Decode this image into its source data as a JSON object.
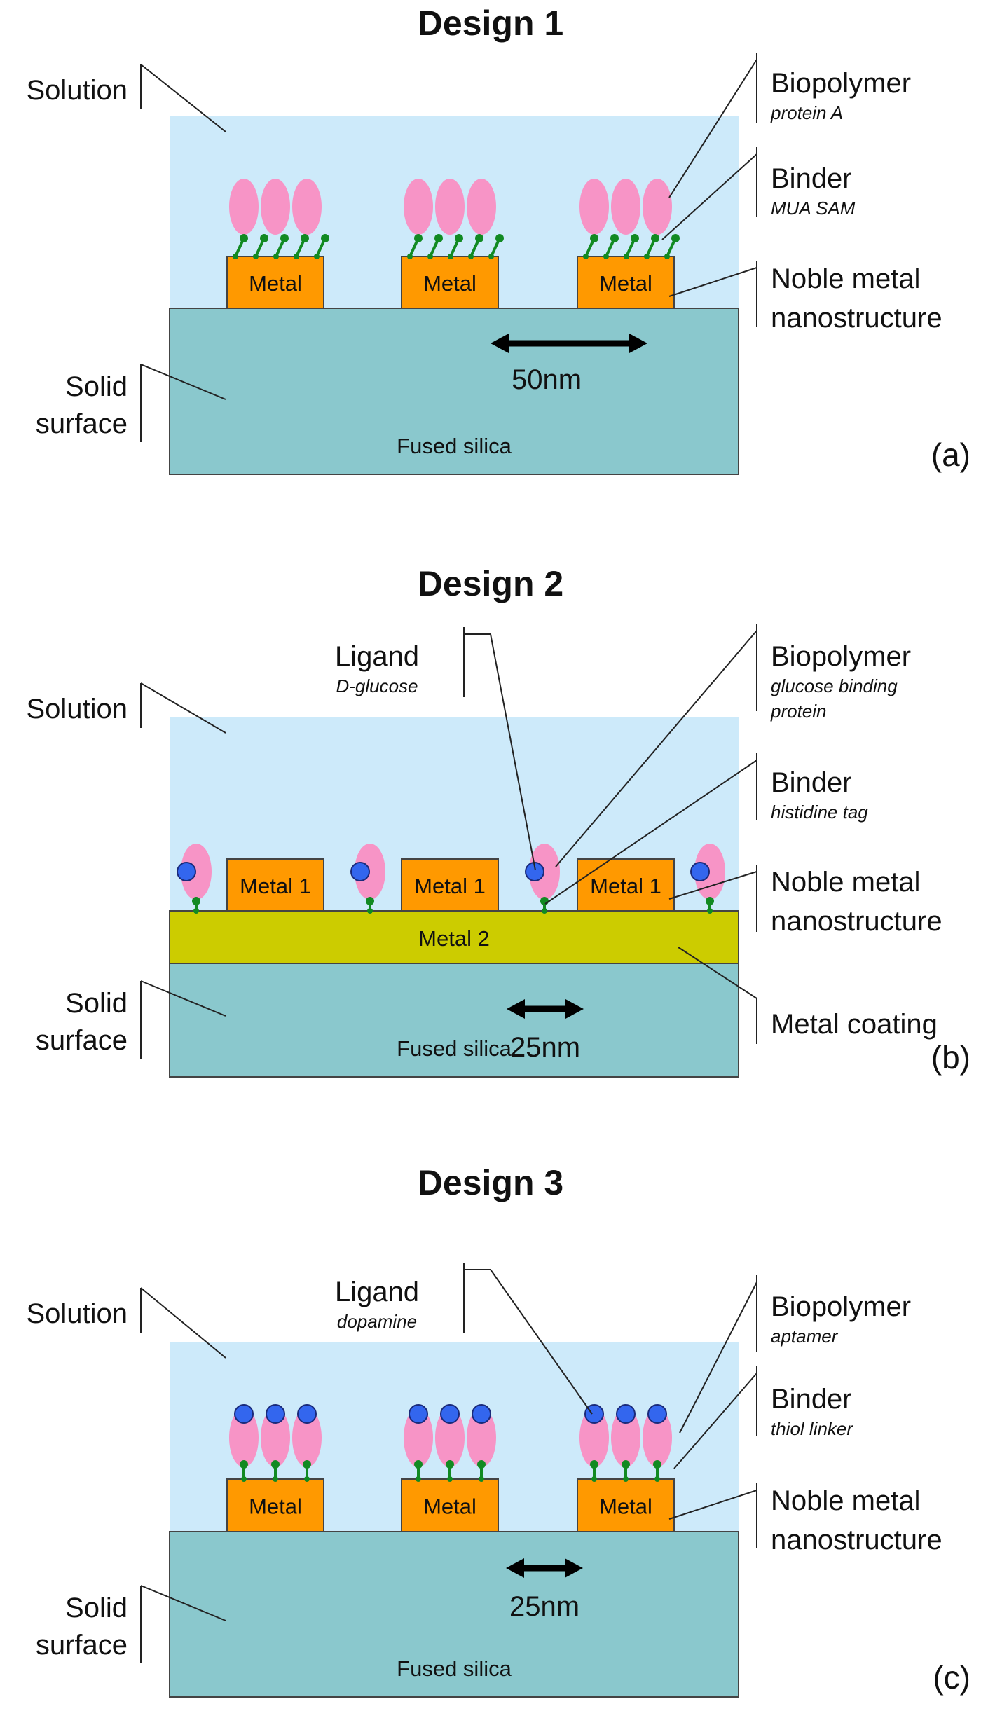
{
  "colors": {
    "solution": "#cdeafa",
    "silica": "#8ac8cd",
    "metal": "#ff9900",
    "metal2": "#cccc00",
    "protein": "#f794c6",
    "ligand": "#3366ee",
    "binder": "#118a22",
    "outline": "#444444"
  },
  "designs": [
    {
      "title": "Design 1",
      "panel": "(a)",
      "solution_label": "Solution",
      "solid_label": [
        "Solid",
        "surface"
      ],
      "substrate": "Fused silica",
      "metal_label": "Metal",
      "coating_label": null,
      "spacing": "50nm",
      "right_labels": [
        {
          "title": "Biopolymer",
          "sub": [
            "protein A"
          ]
        },
        {
          "title": "Binder",
          "sub": [
            "MUA SAM"
          ]
        },
        {
          "title": "Noble metal",
          "title2": "nanostructure",
          "sub": []
        }
      ],
      "ligand_label": null
    },
    {
      "title": "Design 2",
      "panel": "(b)",
      "solution_label": "Solution",
      "solid_label": [
        "Solid",
        "surface"
      ],
      "substrate": "Fused silica",
      "metal_label": "Metal 1",
      "coating_label": "Metal 2",
      "coating_callout": "Metal coating",
      "spacing": "25nm",
      "right_labels": [
        {
          "title": "Biopolymer",
          "sub": [
            "glucose binding",
            "protein"
          ]
        },
        {
          "title": "Binder",
          "sub": [
            "histidine tag"
          ]
        },
        {
          "title": "Noble metal",
          "title2": "nanostructure",
          "sub": []
        }
      ],
      "ligand_label": {
        "title": "Ligand",
        "sub": "D-glucose"
      }
    },
    {
      "title": "Design 3",
      "panel": "(c)",
      "solution_label": "Solution",
      "solid_label": [
        "Solid",
        "surface"
      ],
      "substrate": "Fused silica",
      "metal_label": "Metal",
      "coating_label": null,
      "spacing": "25nm",
      "right_labels": [
        {
          "title": "Biopolymer",
          "sub": [
            "aptamer"
          ]
        },
        {
          "title": "Binder",
          "sub": [
            "thiol linker"
          ]
        },
        {
          "title": "Noble metal",
          "title2": "nanostructure",
          "sub": []
        }
      ],
      "ligand_label": {
        "title": "Ligand",
        "sub": "dopamine"
      }
    }
  ]
}
